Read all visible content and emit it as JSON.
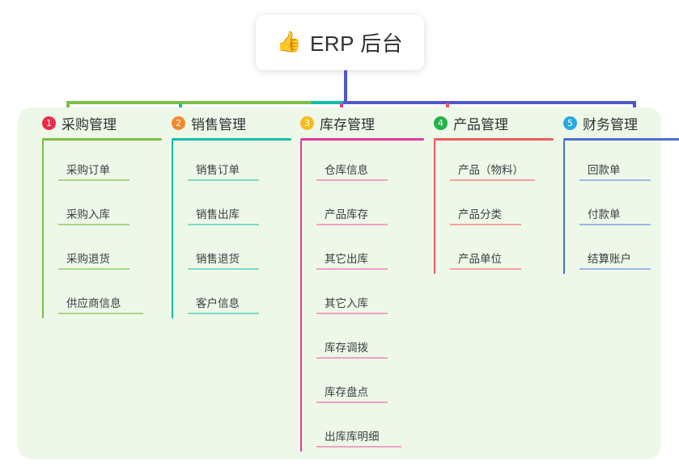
{
  "root": {
    "emoji": "👍",
    "emoji_name": "thumbs-up-icon",
    "title": "ERP 后台"
  },
  "colors": {
    "panel_background": "#eef8e8",
    "page_background": "#ffffff",
    "stem": "#4e58c8",
    "bar_green": "#7cbf45",
    "bar_teal": "#11bfa8",
    "bar_blue": "#4e58c8",
    "drop_pink": "#e6399b",
    "drop_red": "#f15b5b"
  },
  "columns": [
    {
      "badge": "1",
      "badge_color": "#ec2c4b",
      "line_color": "#7cbf45",
      "item_line_color": "#a8d684",
      "title": "采购管理",
      "items": [
        "采购订单",
        "采购入库",
        "采购退货",
        "供应商信息"
      ]
    },
    {
      "badge": "2",
      "badge_color": "#f4892f",
      "line_color": "#11bfa8",
      "item_line_color": "#7fd9cd",
      "title": "销售管理",
      "items": [
        "销售订单",
        "销售出库",
        "销售退货",
        "客户信息"
      ]
    },
    {
      "badge": "3",
      "badge_color": "#f5bd1f",
      "line_color": "#e6399b",
      "item_line_color": "#eea0c8",
      "title": "库存管理",
      "items": [
        "仓库信息",
        "产品库存",
        "其它出库",
        "其它入库",
        "库存调拨",
        "库存盘点",
        "出库库明细"
      ]
    },
    {
      "badge": "4",
      "badge_color": "#23b24b",
      "line_color": "#f15b5b",
      "item_line_color": "#f4a0a0",
      "title": "产品管理",
      "items": [
        "产品（物料）",
        "产品分类",
        "产品单位"
      ]
    },
    {
      "badge": "5",
      "badge_color": "#29a8e0",
      "line_color": "#4a6fd0",
      "item_line_color": "#9fb6e8",
      "title": "财务管理",
      "items": [
        "回款单",
        "付款单",
        "结算账户"
      ]
    }
  ]
}
